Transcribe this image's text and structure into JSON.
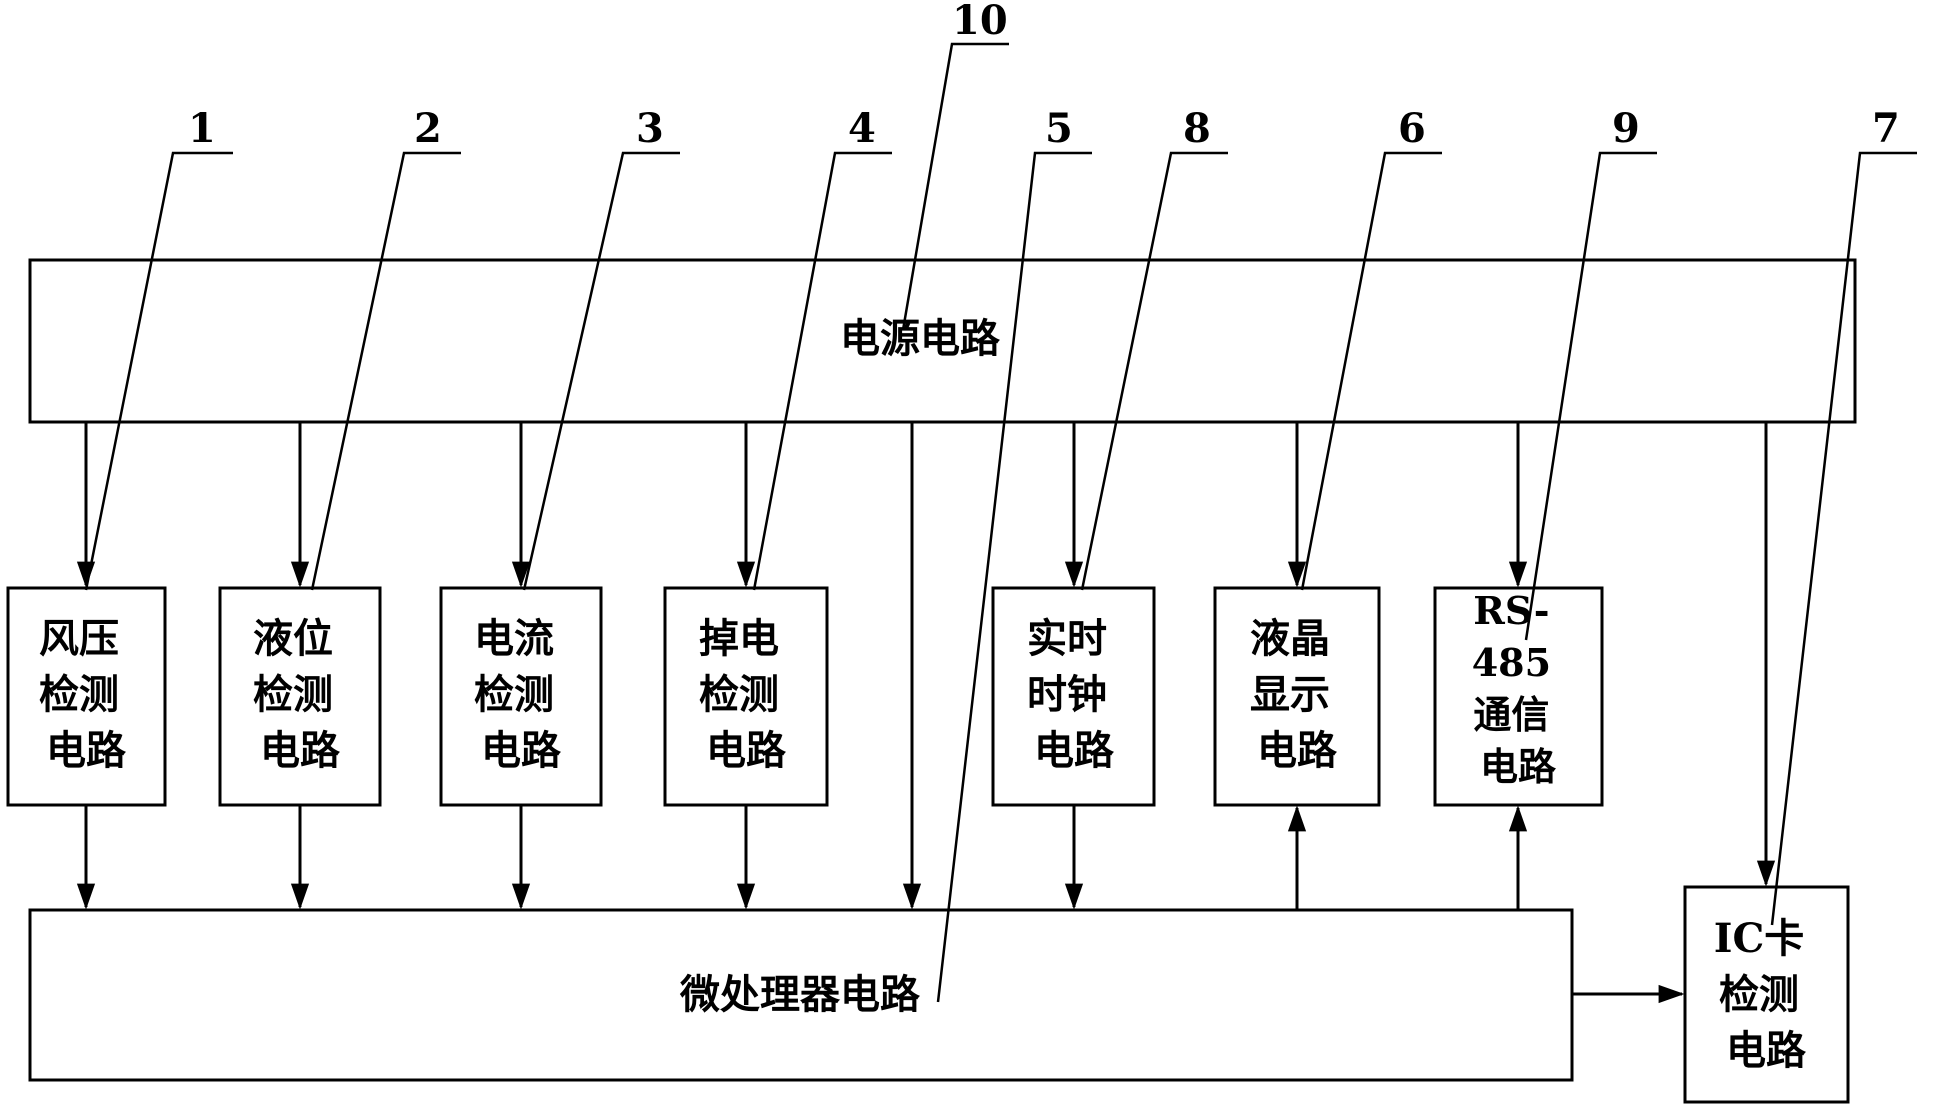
{
  "power_block": {
    "label": "电源电路"
  },
  "mcu_block": {
    "label": "微处理器电路"
  },
  "modules": {
    "wind": {
      "lines": [
        "风压",
        "检测",
        "电路"
      ]
    },
    "level": {
      "lines": [
        "液位",
        "检测",
        "电路"
      ]
    },
    "current": {
      "lines": [
        "电流",
        "检测",
        "电路"
      ]
    },
    "outage": {
      "lines": [
        "掉电",
        "检测",
        "电路"
      ]
    },
    "clock": {
      "lines": [
        "实时",
        "时钟",
        "电路"
      ]
    },
    "lcd": {
      "lines": [
        "液晶",
        "显示",
        "电路"
      ]
    },
    "rs485": {
      "lines": [
        "RS-",
        "485",
        "通信",
        "电路"
      ]
    },
    "iccard": {
      "lines": [
        "IC卡",
        "检测",
        "电路"
      ]
    }
  },
  "reference_numbers": {
    "wind": "1",
    "level": "2",
    "current": "3",
    "outage": "4",
    "mcu": "5",
    "lcd": "6",
    "iccard": "7",
    "clock": "8",
    "rs485": "9",
    "power": "10"
  }
}
